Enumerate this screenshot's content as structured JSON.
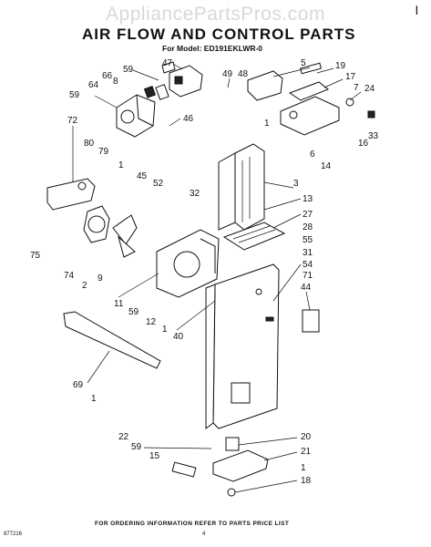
{
  "watermark": "AppliancePartsPros.com",
  "title": "AIR FLOW AND CONTROL PARTS",
  "model_line": "For Model: ED191EKLWR-0",
  "footer_text": "FOR ORDERING INFORMATION REFER TO PARTS PRICE LIST",
  "doc_number": "877216",
  "page_number": "4",
  "corner_mark": "|",
  "callouts": [
    "47",
    "59",
    "8",
    "66",
    "64",
    "59",
    "49",
    "48",
    "5",
    "19",
    "17",
    "7",
    "24",
    "46",
    "72",
    "80",
    "79",
    "1",
    "45",
    "52",
    "32",
    "1",
    "6",
    "14",
    "16",
    "33",
    "3",
    "13",
    "27",
    "28",
    "55",
    "31",
    "54",
    "71",
    "44",
    "75",
    "74",
    "2",
    "9",
    "11",
    "59",
    "12",
    "1",
    "40",
    "69",
    "1",
    "22",
    "20",
    "21",
    "1",
    "18",
    "59",
    "15"
  ]
}
